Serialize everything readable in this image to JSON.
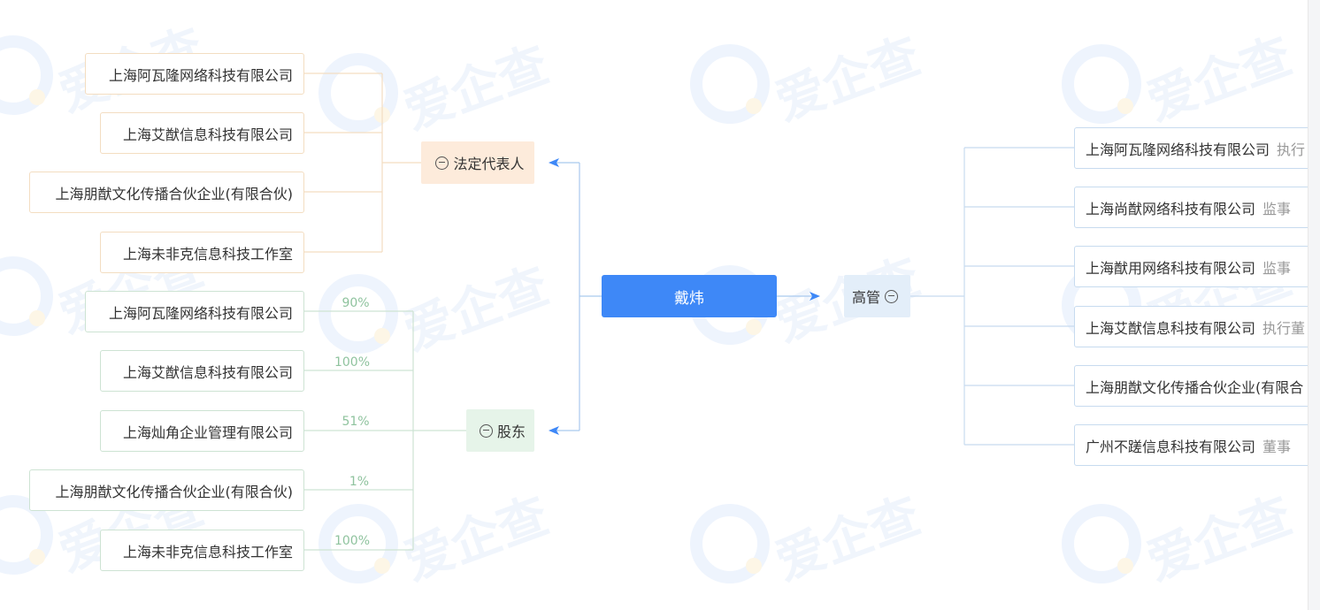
{
  "center": {
    "name": "戴炜",
    "color": "#3e88f7"
  },
  "legal_rep": {
    "label": "法定代表人",
    "color": "#fdebdb",
    "companies": [
      "上海阿瓦隆网络科技有限公司",
      "上海艾猷信息科技有限公司",
      "上海朋猷文化传播合伙企业(有限合伙)",
      "上海未非克信息科技工作室"
    ]
  },
  "shareholder": {
    "label": "股东",
    "color": "#e6f4e9",
    "companies": [
      {
        "name": "上海阿瓦隆网络科技有限公司",
        "pct": "90%"
      },
      {
        "name": "上海艾猷信息科技有限公司",
        "pct": "100%"
      },
      {
        "name": "上海灿角企业管理有限公司",
        "pct": "51%"
      },
      {
        "name": "上海朋猷文化传播合伙企业(有限合伙)",
        "pct": "1%"
      },
      {
        "name": "上海未非克信息科技工作室",
        "pct": "100%"
      }
    ]
  },
  "management": {
    "label": "高管",
    "color": "#e3eef9",
    "companies": [
      {
        "name": "上海阿瓦隆网络科技有限公司",
        "role": "执行"
      },
      {
        "name": "上海尚猷网络科技有限公司",
        "role": "监事"
      },
      {
        "name": "上海猷用网络科技有限公司",
        "role": "监事"
      },
      {
        "name": "上海艾猷信息科技有限公司",
        "role": "执行董"
      },
      {
        "name": "上海朋猷文化传播合伙企业(有限合",
        "role": ""
      },
      {
        "name": "广州不蹉信息科技有限公司",
        "role": "董事"
      }
    ]
  },
  "watermark": "爱企查"
}
